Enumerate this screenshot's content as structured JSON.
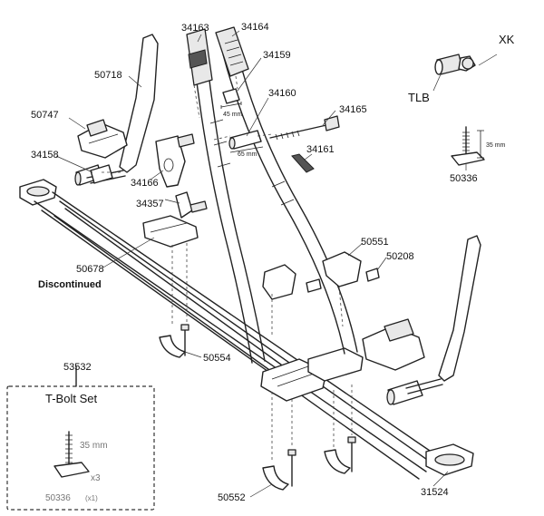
{
  "parts": {
    "p34163": "34163",
    "p34164": "34164",
    "p34159": "34159",
    "p50718": "50718",
    "p34160": "34160",
    "p34165": "34165",
    "p50747": "50747",
    "p34161": "34161",
    "p34158": "34158",
    "p34166": "34166",
    "p34357": "34357",
    "p50551": "50551",
    "p50208": "50208",
    "p50678": "50678",
    "p50554": "50554",
    "p53532": "53532",
    "p50552": "50552",
    "p31524": "31524",
    "p50336": "50336",
    "xk": "XK",
    "tlb": "TLB"
  },
  "notes": {
    "discontinued": "Discontinued",
    "dim_45": "45 mm",
    "dim_65": "65 mm",
    "dim_35": "35 mm"
  },
  "tbolt_set": {
    "title": "T-Bolt Set",
    "length": "35 mm",
    "qty": "x3",
    "part_label": "50336",
    "part_qty": "(x1)"
  }
}
